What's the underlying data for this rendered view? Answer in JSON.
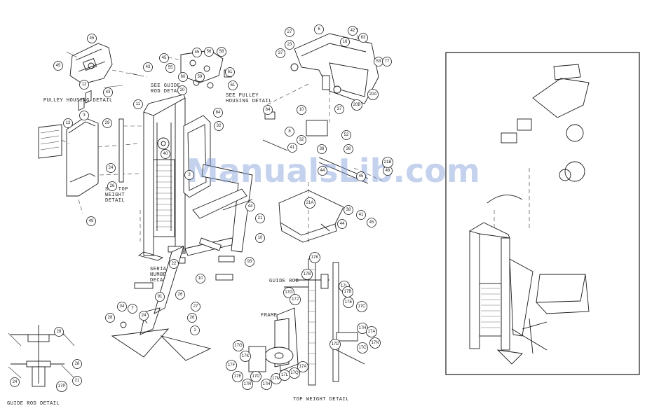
{
  "watermark": "ManualsLib.com",
  "captions": {
    "pulley_housing_detail": "PULLEY HOUSING DETAIL",
    "guide_rod_detail": "GUIDE ROD DETAIL",
    "top_weight_detail": "TOP WEIGHT DETAIL",
    "see_guide_rod_1": "SEE GUIDE",
    "see_guide_rod_2": "ROD DETAIL",
    "see_pulley_1": "SEE PULLEY",
    "see_pulley_2": "HOUSING DETAIL",
    "see_top_1": "SEE TOP",
    "see_top_2": "WEIGHT",
    "see_top_3": "DETAIL",
    "serial_1": "SERIAL",
    "serial_2": "NUMBER",
    "serial_3": "DECAL",
    "guide_rod_label": "GUIDE ROD",
    "frame_label": "FRAME"
  },
  "callouts": [
    "45",
    "45",
    "43",
    "43",
    "12",
    "45",
    "45",
    "55",
    "56",
    "58",
    "60",
    "59",
    "61",
    "61",
    "20",
    "11",
    "84",
    "32",
    "3",
    "13",
    "29",
    "40",
    "24",
    "26",
    "49",
    "3",
    "64",
    "10",
    "27",
    "6",
    "42",
    "16",
    "63",
    "23",
    "37",
    "53",
    "77",
    "20A",
    "20B",
    "37",
    "8",
    "41",
    "52",
    "32",
    "38",
    "38",
    "44",
    "45",
    "46",
    "21B",
    "21A",
    "44",
    "38",
    "41",
    "45",
    "44",
    "10",
    "22",
    "93",
    "21",
    "10",
    "91",
    "26",
    "27",
    "26",
    "1",
    "34",
    "7",
    "24",
    "28",
    "28",
    "28",
    "21",
    "24",
    "17P",
    "17L",
    "17B",
    "17K",
    "17G",
    "17J",
    "17E",
    "17C",
    "17H",
    "17A",
    "17N",
    "17G",
    "17K",
    "17F",
    "17E",
    "17R",
    "17D",
    "17H",
    "17M",
    "17L",
    "17Q",
    "17A",
    "17B",
    "17D",
    "17C"
  ]
}
